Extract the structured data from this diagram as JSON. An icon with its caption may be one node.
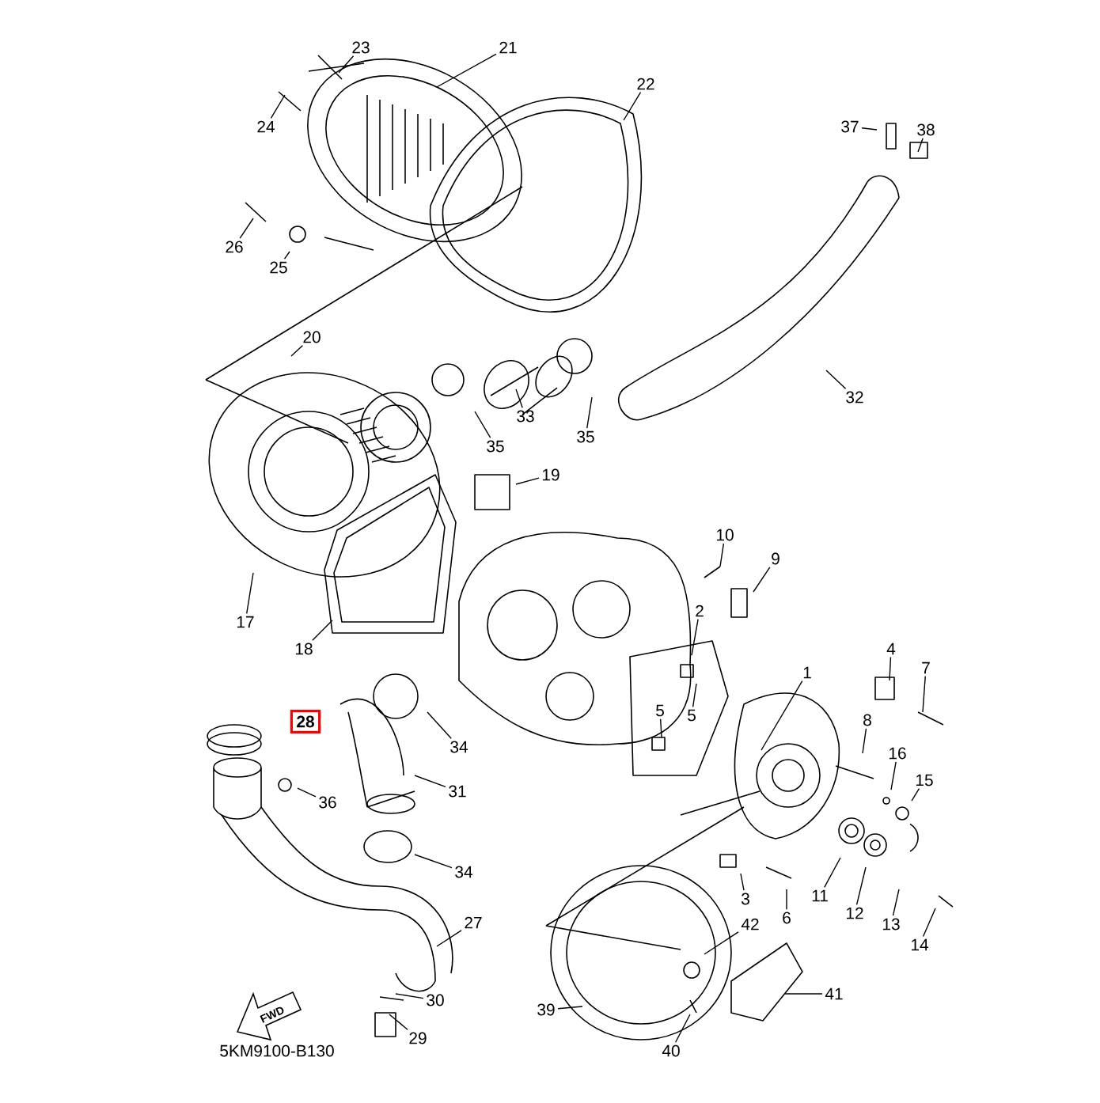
{
  "diagram": {
    "nodes": [
      {
        "text": [
          "23"
        ]
      },
      {
        "text": [
          "21"
        ]
      },
      {
        "text": [
          "22"
        ]
      },
      {
        "text": [
          "24"
        ]
      },
      {
        "text": [
          "26"
        ]
      },
      {
        "text": [
          "25"
        ]
      },
      {
        "text": [
          "37"
        ]
      },
      {
        "text": [
          "38"
        ]
      },
      {
        "text": [
          "20"
        ]
      },
      {
        "text": [
          "32"
        ]
      },
      {
        "text": [
          "33"
        ]
      },
      {
        "text": [
          "35"
        ]
      },
      {
        "text": [
          "35"
        ]
      },
      {
        "text": [
          "19"
        ]
      },
      {
        "text": [
          "17"
        ]
      },
      {
        "text": [
          "18"
        ]
      },
      {
        "text": [
          "10"
        ]
      },
      {
        "text": [
          "9"
        ]
      },
      {
        "text": [
          "2"
        ]
      },
      {
        "text": [
          "5"
        ]
      },
      {
        "text": [
          "5"
        ]
      },
      {
        "text": [
          "1"
        ]
      },
      {
        "text": [
          "4"
        ]
      },
      {
        "text": [
          "7"
        ]
      },
      {
        "text": [
          "8"
        ]
      },
      {
        "text": [
          "16"
        ]
      },
      {
        "text": [
          "15"
        ]
      },
      {
        "text": [
          "28"
        ]
      },
      {
        "text": [
          "34"
        ]
      },
      {
        "text": [
          "36"
        ]
      },
      {
        "text": [
          "31"
        ]
      },
      {
        "text": [
          "11"
        ]
      },
      {
        "text": [
          "12"
        ]
      },
      {
        "text": [
          "13"
        ]
      },
      {
        "text": [
          "14"
        ]
      },
      {
        "text": [
          "3"
        ]
      },
      {
        "text": [
          "6"
        ]
      },
      {
        "text": [
          "34"
        ]
      },
      {
        "text": [
          "27"
        ]
      },
      {
        "text": [
          "42"
        ]
      },
      {
        "text": [
          "41"
        ]
      },
      {
        "text": [
          "30"
        ]
      },
      {
        "text": [
          "39"
        ]
      },
      {
        "text": [
          "29"
        ]
      },
      {
        "text": [
          "40"
        ]
      }
    ],
    "edges": [
      {
        "from": 0,
        "to": null,
        "arrow": "none"
      },
      {
        "from": 1,
        "to": null,
        "arrow": "none"
      },
      {
        "from": 2,
        "to": null,
        "arrow": "none"
      },
      {
        "from": 3,
        "to": null,
        "arrow": "none"
      },
      {
        "from": 4,
        "to": null,
        "arrow": "none"
      },
      {
        "from": 5,
        "to": null,
        "arrow": "none"
      },
      {
        "from": 6,
        "to": null,
        "arrow": "none"
      },
      {
        "from": 7,
        "to": null,
        "arrow": "none"
      },
      {
        "from": 8,
        "to": null,
        "arrow": "none"
      },
      {
        "from": 9,
        "to": null,
        "arrow": "none"
      },
      {
        "from": 10,
        "to": null,
        "arrow": "none"
      },
      {
        "from": 11,
        "to": null,
        "arrow": "none"
      },
      {
        "from": 12,
        "to": null,
        "arrow": "none"
      },
      {
        "from": 13,
        "to": null,
        "arrow": "none"
      },
      {
        "from": 14,
        "to": null,
        "arrow": "none"
      },
      {
        "from": 15,
        "to": null,
        "arrow": "none"
      },
      {
        "from": 16,
        "to": null,
        "arrow": "none"
      },
      {
        "from": 17,
        "to": null,
        "arrow": "none"
      },
      {
        "from": 18,
        "to": null,
        "arrow": "none"
      },
      {
        "from": 19,
        "to": null,
        "arrow": "none"
      },
      {
        "from": 20,
        "to": null,
        "arrow": "none"
      },
      {
        "from": 21,
        "to": null,
        "arrow": "none"
      },
      {
        "from": 22,
        "to": null,
        "arrow": "none"
      },
      {
        "from": 23,
        "to": null,
        "arrow": "none"
      },
      {
        "from": 24,
        "to": null,
        "arrow": "none"
      },
      {
        "from": 25,
        "to": null,
        "arrow": "none"
      },
      {
        "from": 26,
        "to": null,
        "arrow": "none"
      },
      {
        "from": 28,
        "to": null,
        "arrow": "none"
      },
      {
        "from": 29,
        "to": null,
        "arrow": "none"
      },
      {
        "from": 30,
        "to": null,
        "arrow": "none"
      },
      {
        "from": 31,
        "to": null,
        "arrow": "none"
      },
      {
        "from": 32,
        "to": null,
        "arrow": "none"
      },
      {
        "from": 33,
        "to": null,
        "arrow": "none"
      },
      {
        "from": 34,
        "to": null,
        "arrow": "none"
      },
      {
        "from": 35,
        "to": null,
        "arrow": "none"
      },
      {
        "from": 36,
        "to": null,
        "arrow": "none"
      },
      {
        "from": 37,
        "to": null,
        "arrow": "none"
      },
      {
        "from": 38,
        "to": null,
        "arrow": "none"
      },
      {
        "from": 39,
        "to": null,
        "arrow": "none"
      },
      {
        "from": 40,
        "to": null,
        "arrow": "none"
      },
      {
        "from": 41,
        "to": null,
        "arrow": "none"
      },
      {
        "from": 42,
        "to": null,
        "arrow": "none"
      },
      {
        "from": 43,
        "to": null,
        "arrow": "none"
      },
      {
        "from": 44,
        "to": null,
        "arrow": "none"
      }
    ],
    "labels": [
      "FWD",
      "5KM9100-B130"
    ]
  }
}
